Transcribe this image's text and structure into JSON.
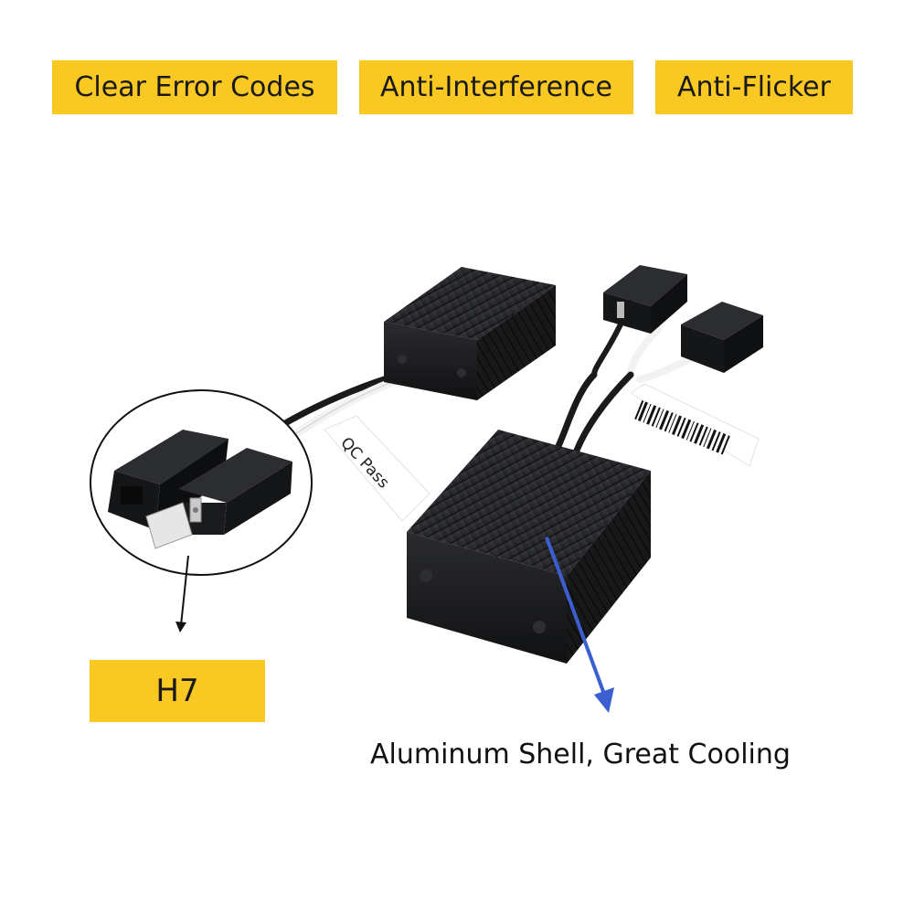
{
  "features": [
    {
      "label": "Clear Error Codes"
    },
    {
      "label": "Anti-Interference"
    },
    {
      "label": "Anti-Flicker"
    }
  ],
  "connector_label": "H7",
  "shell_caption": "Aluminum Shell, Great Cooling",
  "sticker_text": "QC Pass",
  "colors": {
    "badge": "#f9c823",
    "arrow_blue": "#3b5fd0",
    "module": "#1e1f21"
  }
}
